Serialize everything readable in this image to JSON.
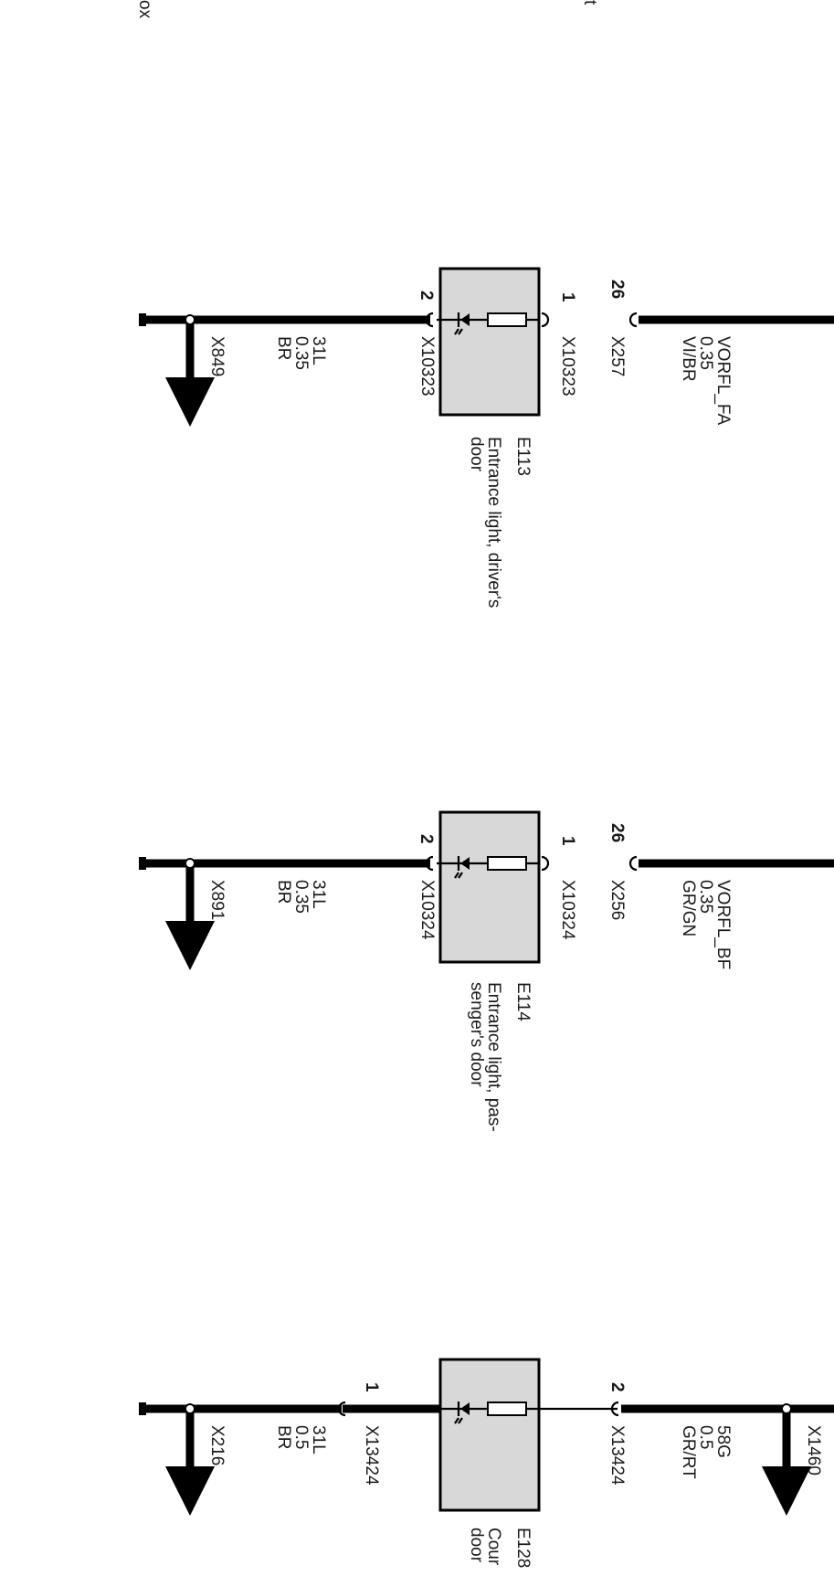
{
  "edge_labels": {
    "top_left": "ox",
    "top_right": "t"
  },
  "circuits": [
    {
      "component_id": "E113",
      "description": [
        "Entrance light, driver's",
        "door"
      ],
      "connector": "X10323",
      "pin_upper": "1",
      "pin_lower": "2",
      "upper_plug_pin": "26",
      "upper_plug": "X257",
      "upper_wire": [
        "VORFL_FA",
        "0.35",
        "VI/BR"
      ],
      "lower_wire": [
        "31L",
        "0.35",
        "BR"
      ],
      "ground": "X849"
    },
    {
      "component_id": "E114",
      "description": [
        "Entrance light, pas-",
        "senger's door"
      ],
      "connector": "X10324",
      "pin_upper": "1",
      "pin_lower": "2",
      "upper_plug_pin": "26",
      "upper_plug": "X256",
      "upper_wire": [
        "VORFL_BF",
        "0.35",
        "GR/GN"
      ],
      "lower_wire": [
        "31L",
        "0.35",
        "BR"
      ],
      "ground": "X891"
    },
    {
      "component_id": "E128",
      "description": [
        "Cour",
        "door"
      ],
      "connector": "X13424",
      "pin_upper": "2",
      "pin_lower": "1",
      "upper_wire": [
        "58G",
        "0.5",
        "GR/RT"
      ],
      "upper_ground": "X1460",
      "lower_wire": [
        "31L",
        "0.5",
        "BR"
      ],
      "ground": "X216"
    }
  ]
}
